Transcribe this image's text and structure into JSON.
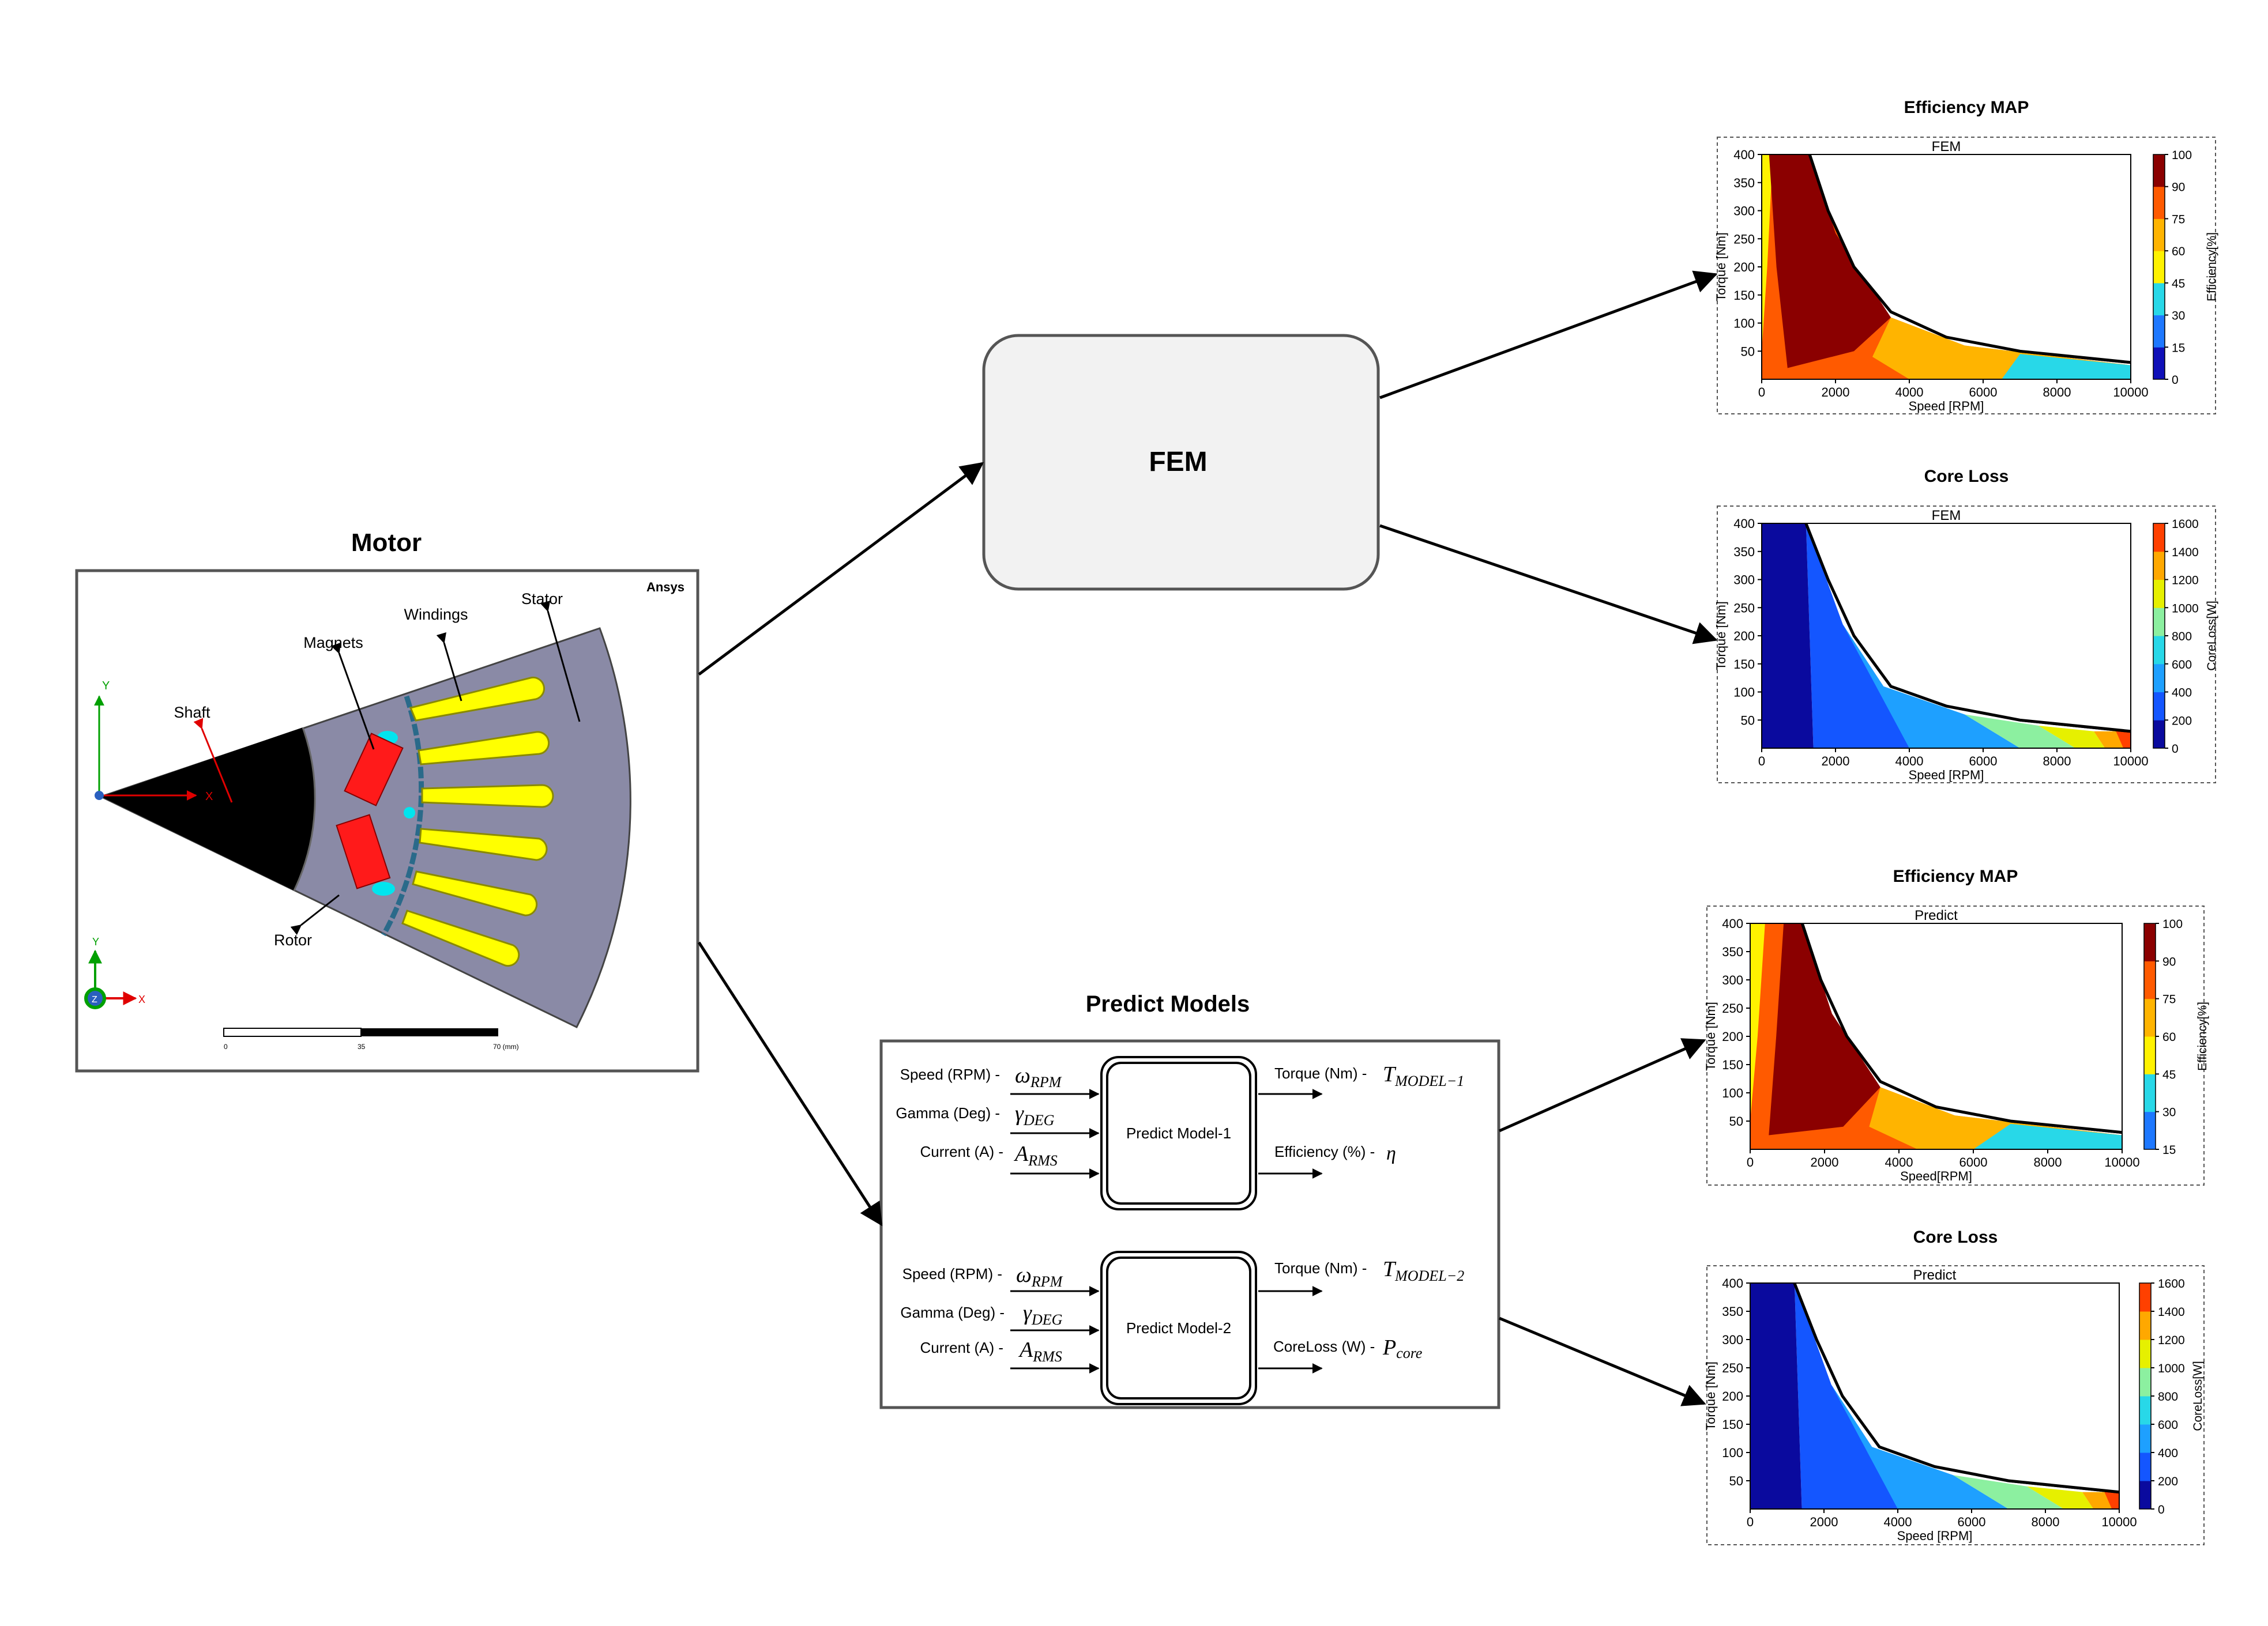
{
  "motor": {
    "title": "Motor",
    "brand": "Ansys",
    "labels": {
      "stator": "Stator",
      "windings": "Windings",
      "magnets": "Magnets",
      "shaft": "Shaft",
      "rotor": "Rotor"
    },
    "axes": {
      "y": "Y",
      "x": "X",
      "z": "Z"
    },
    "scale": {
      "ticks": [
        "0",
        "35",
        "70 (mm)"
      ]
    },
    "colors": {
      "stator": "#8a8aa6",
      "shaft": "#000000",
      "windings": "#ffff00",
      "magnets": "#ff1a1a",
      "airgap": "#00e5ee"
    }
  },
  "fem": {
    "label": "FEM"
  },
  "predict_models": {
    "title": "Predict Models",
    "model1": {
      "name": "Predict Model-1",
      "inputs": [
        {
          "label": "Speed (RPM) -",
          "sym": "ω",
          "sub": "RPM"
        },
        {
          "label": "Gamma (Deg) -",
          "sym": "γ",
          "sub": "DEG"
        },
        {
          "label": "Current (A) -",
          "sym": "A",
          "sub": "RMS"
        }
      ],
      "outputs": [
        {
          "label": "Torque (Nm) -",
          "sym": "T",
          "sub": "MODEL−1"
        },
        {
          "label": "Efficiency (%) -",
          "sym": "η",
          "sub": ""
        }
      ]
    },
    "model2": {
      "name": "Predict Model-2",
      "inputs": [
        {
          "label": "Speed (RPM) -",
          "sym": "ω",
          "sub": "RPM"
        },
        {
          "label": "Gamma (Deg) -",
          "sym": "γ",
          "sub": "DEG"
        },
        {
          "label": "Current (A) -",
          "sym": "A",
          "sub": "RMS"
        }
      ],
      "outputs": [
        {
          "label": "Torque (Nm) -",
          "sym": "T",
          "sub": "MODEL−2"
        },
        {
          "label": "CoreLoss (W) -",
          "sym": "P",
          "sub": "core"
        }
      ]
    }
  },
  "chart_data": [
    {
      "type": "heatmap",
      "section_title": "Efficiency MAP",
      "title": "FEM",
      "xlabel": "Speed [RPM]",
      "ylabel": "Torque [Nm]",
      "xticks": [
        "0",
        "2000",
        "4000",
        "6000",
        "8000",
        "10000"
      ],
      "yticks": [
        "50",
        "100",
        "150",
        "200",
        "250",
        "300",
        "350",
        "400"
      ],
      "xlim": [
        0,
        10000
      ],
      "ylim": [
        0,
        400
      ],
      "colorbar_label": "Efficiency[%]",
      "colorbar_ticks": [
        "0",
        "15",
        "30",
        "45",
        "60",
        "75",
        "90",
        "100"
      ],
      "colorbar_colors": [
        "#1010b8",
        "#1e78ff",
        "#28d8e8",
        "#fff200",
        "#ffb400",
        "#ff5a00",
        "#8b0000"
      ],
      "regions": [
        {
          "level": 75,
          "color": "#ff5a00",
          "points": [
            [
              0,
              400
            ],
            [
              1300,
              400
            ],
            [
              2200,
              240
            ],
            [
              3500,
              110
            ],
            [
              5500,
              60
            ],
            [
              10000,
              25
            ],
            [
              10000,
              0
            ],
            [
              0,
              0
            ]
          ]
        },
        {
          "level": 60,
          "color": "#ffb400",
          "points": [
            [
              3500,
              110
            ],
            [
              5500,
              60
            ],
            [
              10000,
              25
            ],
            [
              10000,
              0
            ],
            [
              4000,
              0
            ],
            [
              3000,
              40
            ]
          ]
        },
        {
          "level": 45,
          "color": "#28d8e8",
          "points": [
            [
              7000,
              45
            ],
            [
              10000,
              25
            ],
            [
              10000,
              0
            ],
            [
              6500,
              0
            ]
          ]
        },
        {
          "level": 60,
          "color": "#fff200",
          "points": [
            [
              0,
              400
            ],
            [
              300,
              400
            ],
            [
              150,
              200
            ],
            [
              0,
              50
            ]
          ]
        },
        {
          "level": 90,
          "color": "#8b0000",
          "points": [
            [
              200,
              400
            ],
            [
              1300,
              400
            ],
            [
              2000,
              260
            ],
            [
              3500,
              110
            ],
            [
              2500,
              50
            ],
            [
              700,
              20
            ],
            [
              400,
              200
            ]
          ]
        }
      ],
      "boundary": [
        [
          1300,
          400
        ],
        [
          1800,
          300
        ],
        [
          2500,
          200
        ],
        [
          3500,
          120
        ],
        [
          5000,
          75
        ],
        [
          7000,
          50
        ],
        [
          10000,
          30
        ]
      ]
    },
    {
      "type": "heatmap",
      "section_title": "Core Loss",
      "title": "FEM",
      "xlabel": "Speed [RPM]",
      "ylabel": "Torque [Nm]",
      "xticks": [
        "0",
        "2000",
        "4000",
        "6000",
        "8000",
        "10000"
      ],
      "yticks": [
        "50",
        "100",
        "150",
        "200",
        "250",
        "300",
        "350",
        "400"
      ],
      "xlim": [
        0,
        10000
      ],
      "ylim": [
        0,
        400
      ],
      "colorbar_label": "CoreLoss[W]",
      "colorbar_ticks": [
        "0",
        "200",
        "400",
        "600",
        "800",
        "1000",
        "1200",
        "1400",
        "1600"
      ],
      "colorbar_colors": [
        "#0a0a9e",
        "#1456ff",
        "#1ea0ff",
        "#28d8e8",
        "#8cf0a0",
        "#e6f000",
        "#ffa800",
        "#ff4000"
      ],
      "regions": [
        {
          "level": 200,
          "color": "#1456ff",
          "points": [
            [
              1200,
              400
            ],
            [
              2200,
              220
            ],
            [
              3300,
              110
            ],
            [
              4000,
              0
            ],
            [
              1400,
              0
            ]
          ]
        },
        {
          "level": 400,
          "color": "#1ea0ff",
          "points": [
            [
              2200,
              220
            ],
            [
              3300,
              110
            ],
            [
              5500,
              60
            ],
            [
              7000,
              0
            ],
            [
              4000,
              0
            ]
          ]
        },
        {
          "level": 600,
          "color": "#8cf0a0",
          "points": [
            [
              5500,
              60
            ],
            [
              7500,
              40
            ],
            [
              8500,
              0
            ],
            [
              7000,
              0
            ]
          ]
        },
        {
          "level": 800,
          "color": "#e6f000",
          "points": [
            [
              7500,
              40
            ],
            [
              9000,
              30
            ],
            [
              9300,
              0
            ],
            [
              8500,
              0
            ]
          ]
        },
        {
          "level": 1200,
          "color": "#ffa800",
          "points": [
            [
              9000,
              30
            ],
            [
              10000,
              30
            ],
            [
              10000,
              0
            ],
            [
              9300,
              0
            ]
          ]
        },
        {
          "level": 1400,
          "color": "#ff4000",
          "points": [
            [
              9600,
              30
            ],
            [
              10000,
              30
            ],
            [
              10000,
              0
            ],
            [
              9800,
              0
            ]
          ]
        },
        {
          "level": 0,
          "color": "#0a0a9e",
          "points": [
            [
              0,
              400
            ],
            [
              1200,
              400
            ],
            [
              1400,
              0
            ],
            [
              0,
              0
            ]
          ]
        }
      ],
      "boundary": [
        [
          1200,
          400
        ],
        [
          1800,
          300
        ],
        [
          2500,
          200
        ],
        [
          3500,
          110
        ],
        [
          5000,
          75
        ],
        [
          7000,
          50
        ],
        [
          10000,
          30
        ]
      ]
    },
    {
      "type": "heatmap",
      "section_title": "Efficiency MAP",
      "title": "Predict",
      "xlabel": "Speed[RPM]",
      "ylabel": "Torque [Nm]",
      "xticks": [
        "0",
        "2000",
        "4000",
        "6000",
        "8000",
        "10000"
      ],
      "yticks": [
        "50",
        "100",
        "150",
        "200",
        "250",
        "300",
        "350",
        "400"
      ],
      "xlim": [
        0,
        10000
      ],
      "ylim": [
        0,
        400
      ],
      "colorbar_label": "Efficiency[%]",
      "colorbar_ticks": [
        "15",
        "30",
        "45",
        "60",
        "75",
        "90",
        "100"
      ],
      "colorbar_colors": [
        "#1e78ff",
        "#28d8e8",
        "#fff200",
        "#ffb400",
        "#ff5a00",
        "#8b0000"
      ],
      "regions": [
        {
          "level": 75,
          "color": "#ff5a00",
          "points": [
            [
              0,
              400
            ],
            [
              1400,
              400
            ],
            [
              2200,
              240
            ],
            [
              3500,
              110
            ],
            [
              5500,
              60
            ],
            [
              10000,
              25
            ],
            [
              10000,
              0
            ],
            [
              0,
              0
            ]
          ]
        },
        {
          "level": 60,
          "color": "#ffb400",
          "points": [
            [
              3500,
              110
            ],
            [
              5500,
              60
            ],
            [
              10000,
              25
            ],
            [
              10000,
              0
            ],
            [
              4500,
              0
            ],
            [
              3200,
              40
            ]
          ]
        },
        {
          "level": 45,
          "color": "#28d8e8",
          "points": [
            [
              7000,
              45
            ],
            [
              10000,
              25
            ],
            [
              10000,
              0
            ],
            [
              6000,
              0
            ]
          ]
        },
        {
          "level": 30,
          "color": "#fff200",
          "points": [
            [
              0,
              400
            ],
            [
              400,
              400
            ],
            [
              200,
              200
            ],
            [
              0,
              50
            ]
          ]
        },
        {
          "level": 90,
          "color": "#8b0000",
          "points": [
            [
              900,
              400
            ],
            [
              1400,
              400
            ],
            [
              2200,
              240
            ],
            [
              3500,
              110
            ],
            [
              2500,
              40
            ],
            [
              500,
              25
            ],
            [
              700,
              200
            ]
          ]
        }
      ],
      "boundary": [
        [
          1400,
          400
        ],
        [
          1900,
          300
        ],
        [
          2600,
          200
        ],
        [
          3500,
          120
        ],
        [
          5000,
          75
        ],
        [
          7000,
          50
        ],
        [
          10000,
          30
        ]
      ]
    },
    {
      "type": "heatmap",
      "section_title": "Core Loss",
      "title": "Predict",
      "xlabel": "Speed [RPM]",
      "ylabel": "Torque [Nm]",
      "xticks": [
        "0",
        "2000",
        "4000",
        "6000",
        "8000",
        "10000"
      ],
      "yticks": [
        "50",
        "100",
        "150",
        "200",
        "250",
        "300",
        "350",
        "400"
      ],
      "xlim": [
        0,
        10000
      ],
      "ylim": [
        0,
        400
      ],
      "colorbar_label": "CoreLoss[W]",
      "colorbar_ticks": [
        "0",
        "200",
        "400",
        "600",
        "800",
        "1000",
        "1200",
        "1400",
        "1600"
      ],
      "colorbar_colors": [
        "#0a0a9e",
        "#1456ff",
        "#1ea0ff",
        "#28d8e8",
        "#8cf0a0",
        "#e6f000",
        "#ffa800",
        "#ff4000"
      ],
      "regions": [
        {
          "level": 200,
          "color": "#1456ff",
          "points": [
            [
              1200,
              400
            ],
            [
              2200,
              220
            ],
            [
              3300,
              110
            ],
            [
              4000,
              0
            ],
            [
              1400,
              0
            ]
          ]
        },
        {
          "level": 400,
          "color": "#1ea0ff",
          "points": [
            [
              2200,
              220
            ],
            [
              3300,
              110
            ],
            [
              5500,
              60
            ],
            [
              7000,
              0
            ],
            [
              4000,
              0
            ]
          ]
        },
        {
          "level": 600,
          "color": "#8cf0a0",
          "points": [
            [
              5500,
              60
            ],
            [
              7500,
              40
            ],
            [
              8500,
              0
            ],
            [
              7000,
              0
            ]
          ]
        },
        {
          "level": 800,
          "color": "#e6f000",
          "points": [
            [
              7500,
              40
            ],
            [
              9000,
              30
            ],
            [
              9300,
              0
            ],
            [
              8500,
              0
            ]
          ]
        },
        {
          "level": 1200,
          "color": "#ffa800",
          "points": [
            [
              9000,
              30
            ],
            [
              10000,
              30
            ],
            [
              10000,
              0
            ],
            [
              9300,
              0
            ]
          ]
        },
        {
          "level": 1400,
          "color": "#ff4000",
          "points": [
            [
              9600,
              30
            ],
            [
              10000,
              30
            ],
            [
              10000,
              0
            ],
            [
              9800,
              0
            ]
          ]
        },
        {
          "level": 0,
          "color": "#0a0a9e",
          "points": [
            [
              0,
              400
            ],
            [
              1200,
              400
            ],
            [
              1400,
              0
            ],
            [
              0,
              0
            ]
          ]
        }
      ],
      "boundary": [
        [
          1200,
          400
        ],
        [
          1800,
          300
        ],
        [
          2500,
          200
        ],
        [
          3500,
          110
        ],
        [
          5000,
          75
        ],
        [
          7000,
          50
        ],
        [
          10000,
          30
        ]
      ]
    }
  ]
}
